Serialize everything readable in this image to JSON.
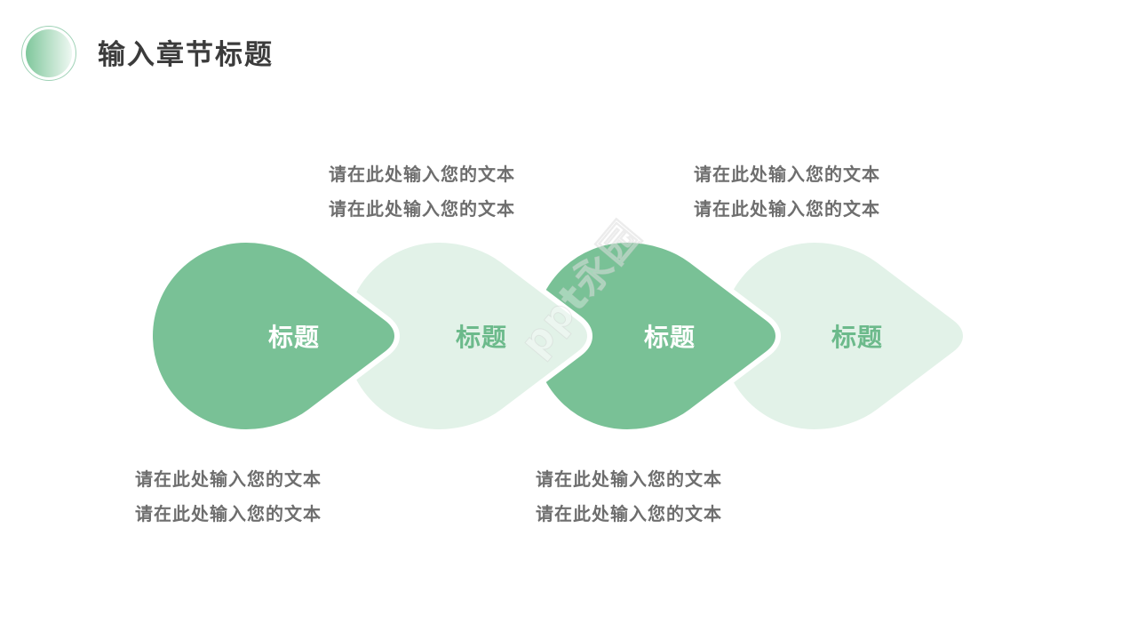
{
  "header": {
    "title": "输入章节标题"
  },
  "colors": {
    "primary": "#79c196",
    "light": "#e2f2e8",
    "text": "#6e6e6e",
    "title": "#3b3b3b"
  },
  "steps": [
    {
      "label": "标题",
      "style": "dark"
    },
    {
      "label": "标题",
      "style": "light"
    },
    {
      "label": "标题",
      "style": "dark"
    },
    {
      "label": "标题",
      "style": "light"
    }
  ],
  "descriptions": [
    {
      "position": "top",
      "step": 2,
      "lines": [
        "请在此处输入您的文本",
        "请在此处输入您的文本"
      ]
    },
    {
      "position": "top",
      "step": 4,
      "lines": [
        "请在此处输入您的文本",
        "请在此处输入您的文本"
      ]
    },
    {
      "position": "bottom",
      "step": 1,
      "lines": [
        "请在此处输入您的文本",
        "请在此处输入您的文本"
      ]
    },
    {
      "position": "bottom",
      "step": 3,
      "lines": [
        "请在此处输入您的文本",
        "请在此处输入您的文本"
      ]
    }
  ],
  "watermark": "ppt永园"
}
